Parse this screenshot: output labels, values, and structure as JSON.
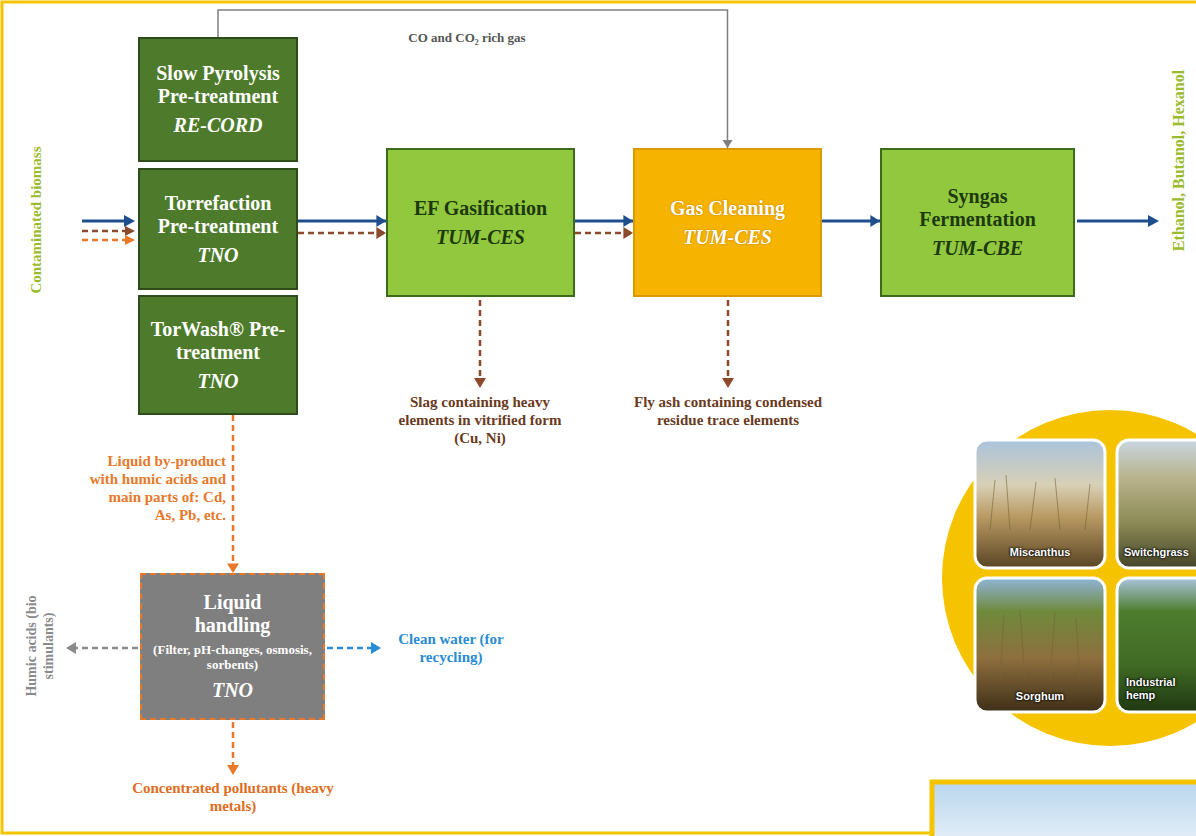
{
  "diagram": {
    "nodes": [
      {
        "text": [
          "Slow Pyrolysis Pre-treatment",
          "RE-CORD"
        ]
      },
      {
        "text": [
          "Torrefaction Pre-treatment",
          "TNO"
        ]
      },
      {
        "text": [
          "TorWash® Pre-treatment",
          "TNO"
        ]
      },
      {
        "text": [
          "EF Gasification",
          "TUM-CES"
        ]
      },
      {
        "text": [
          "Gas Cleaning",
          "TUM-CES"
        ]
      },
      {
        "text": [
          "Syngas Fermentation",
          "TUM-CBE"
        ]
      },
      {
        "text": [
          "Liquid handling",
          "(Filter, pH-changes, osmosis, sorbents)",
          "TNO"
        ]
      }
    ],
    "edges": [
      {
        "from": 0,
        "to": 4,
        "label": "CO and CO₂ rich gas",
        "arrow": "to"
      },
      {
        "from": 1,
        "to": 3,
        "arrow": "to"
      },
      {
        "from": 1,
        "to": 3,
        "arrow": "to"
      },
      {
        "from": 3,
        "to": 4,
        "arrow": "to"
      },
      {
        "from": 3,
        "to": 4,
        "arrow": "to"
      },
      {
        "from": 4,
        "to": 5,
        "arrow": "to"
      },
      {
        "from": 2,
        "to": 6,
        "label": "Liquid by-product with humic acids and main parts of: Cd, As, Pb, etc.",
        "arrow": "to"
      }
    ],
    "labels": [
      "Contaminated biomass",
      "Ethanol, Butanol, Hexanol",
      "Slag containing heavy elements in vitrified form (Cu, Ni)",
      "Fly ash containing condensed residue trace elements",
      "Humic acids (bio stimulants)",
      "Clean water (for recycling)",
      "Concentrated pollutants (heavy metals)",
      "Miscanthus",
      "Switchgrass",
      "Sorghum",
      "Industrial hemp"
    ]
  }
}
